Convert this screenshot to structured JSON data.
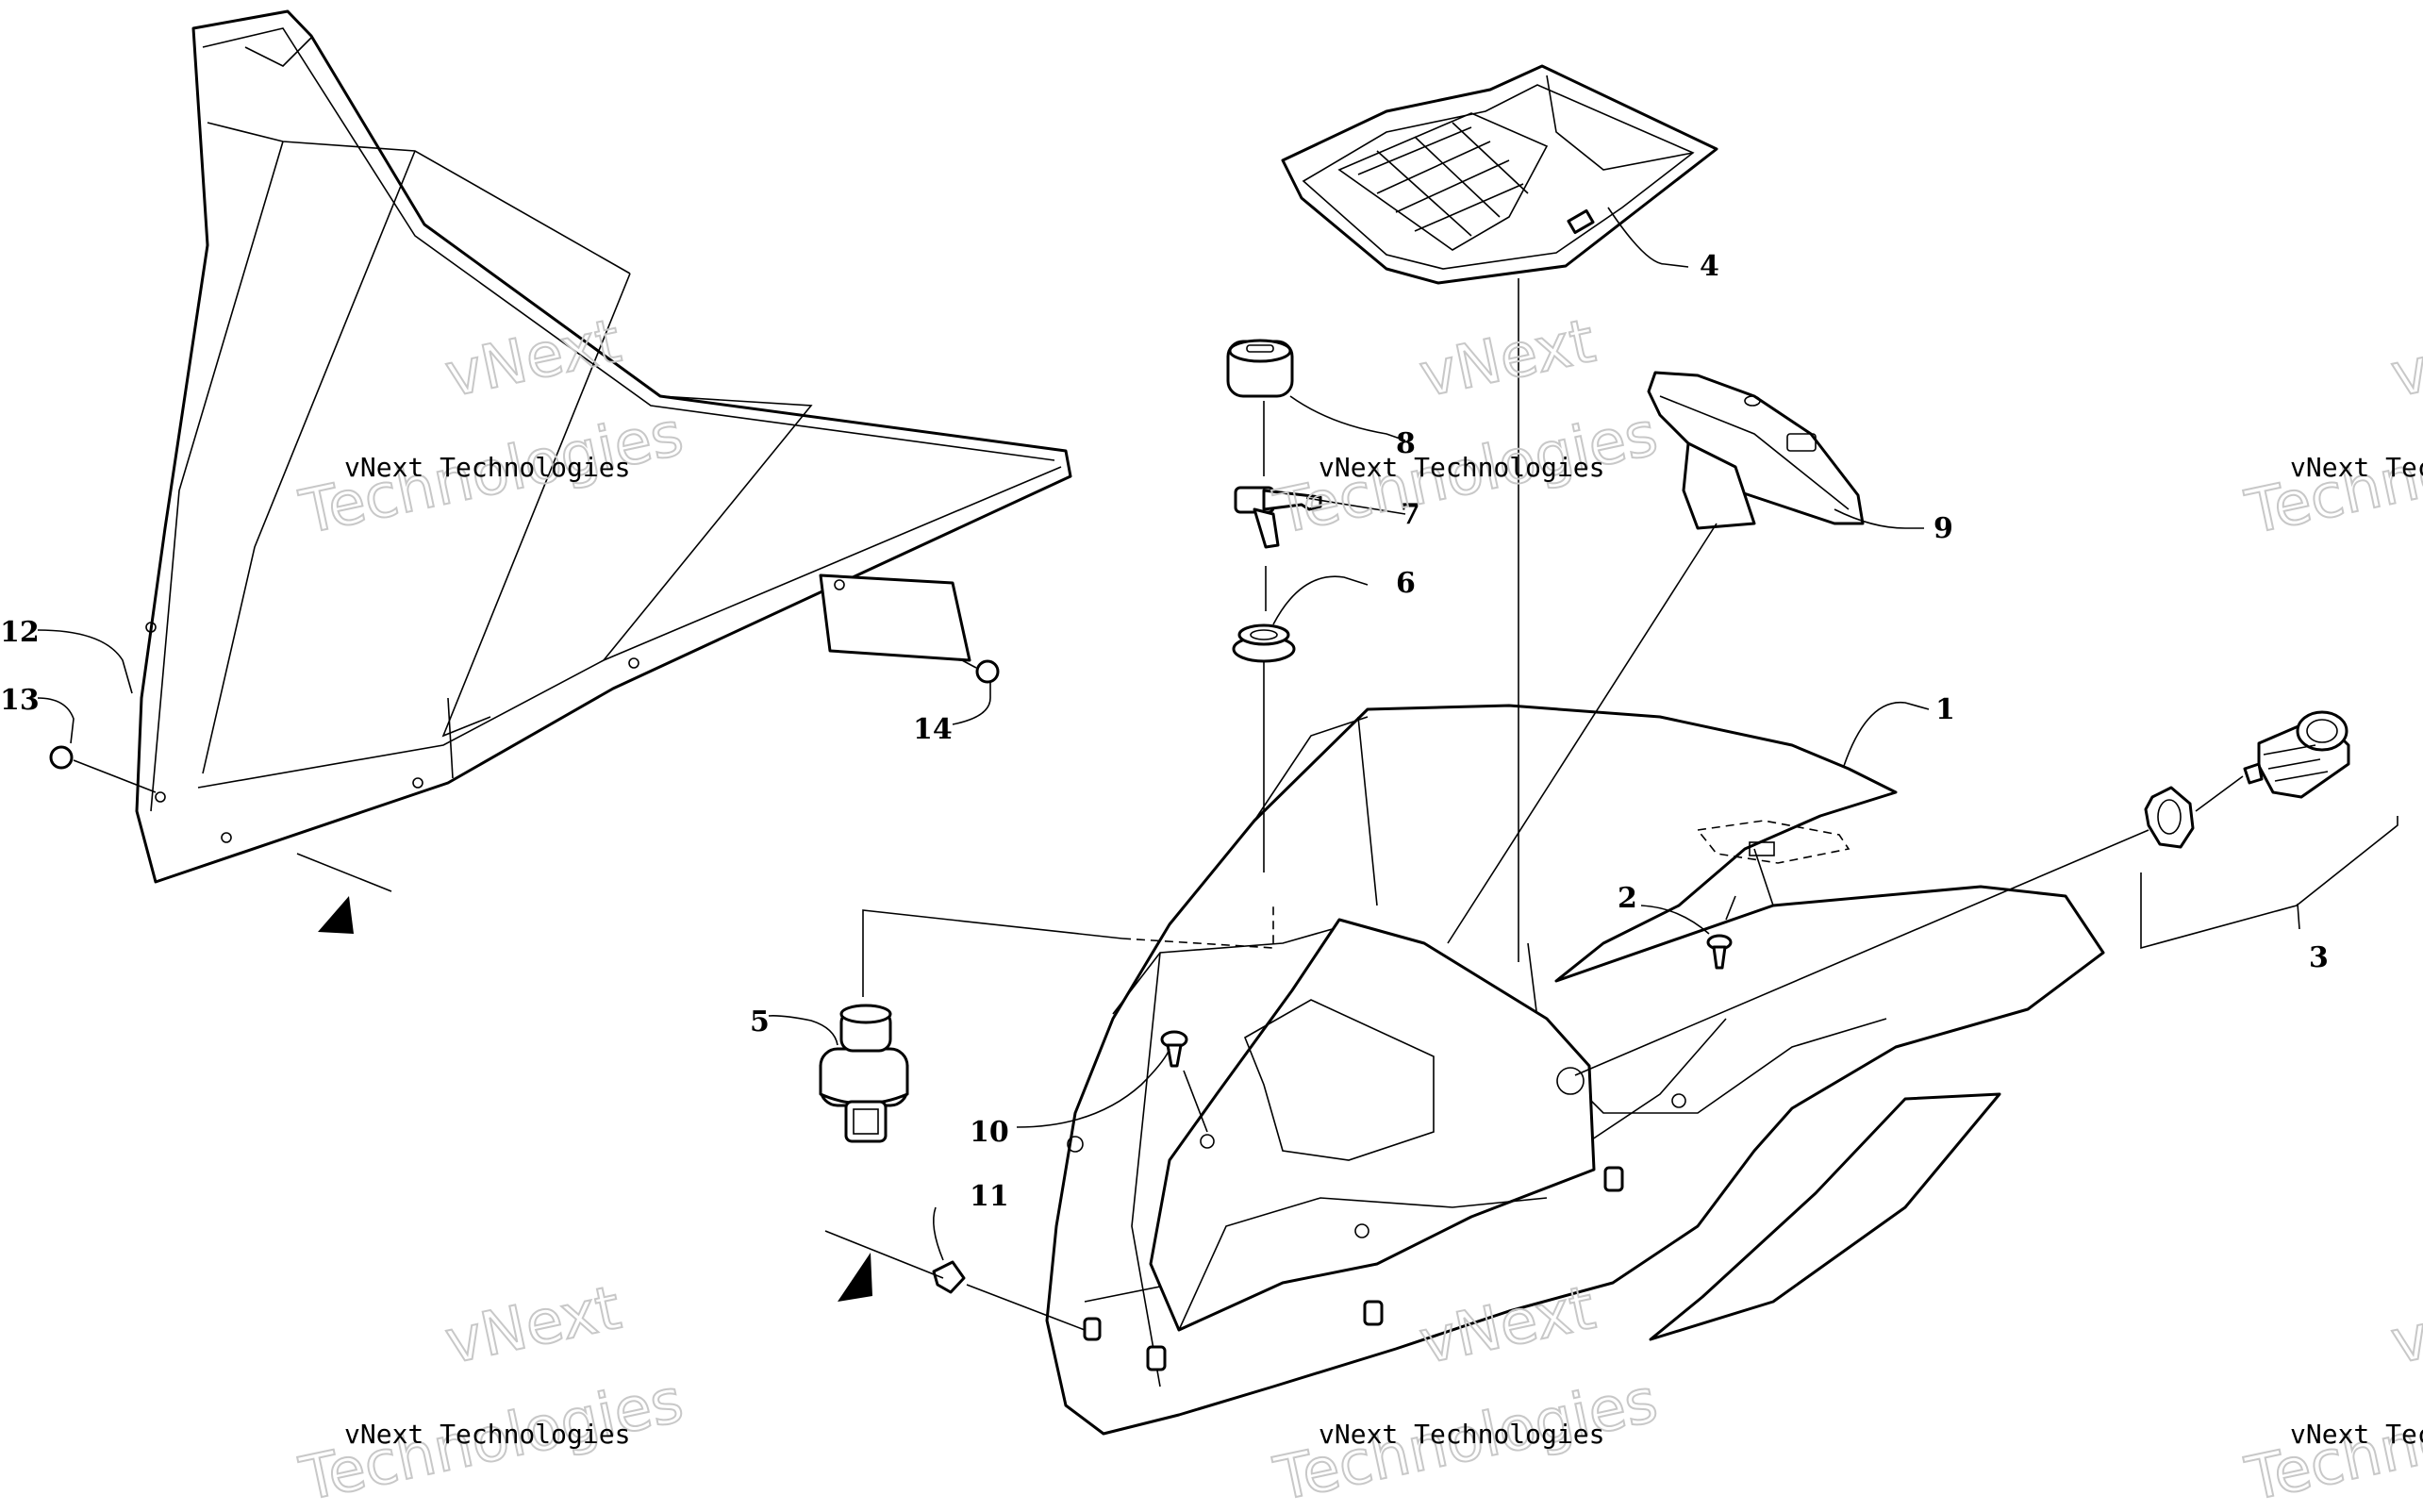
{
  "callouts": {
    "c1": "1",
    "c2": "2",
    "c3": "3",
    "c4": "4",
    "c5": "5",
    "c6": "6",
    "c7": "7",
    "c8": "8",
    "c9": "9",
    "c10": "10",
    "c11": "11",
    "c12": "12",
    "c13": "13",
    "c14": "14"
  },
  "watermark": {
    "line": "vNext Technologies",
    "big_top": "vNext",
    "big_bottom": "Technologies"
  },
  "colors": {
    "ink": "#000000",
    "watermark": "#c8c8c8",
    "background": "#ffffff"
  }
}
